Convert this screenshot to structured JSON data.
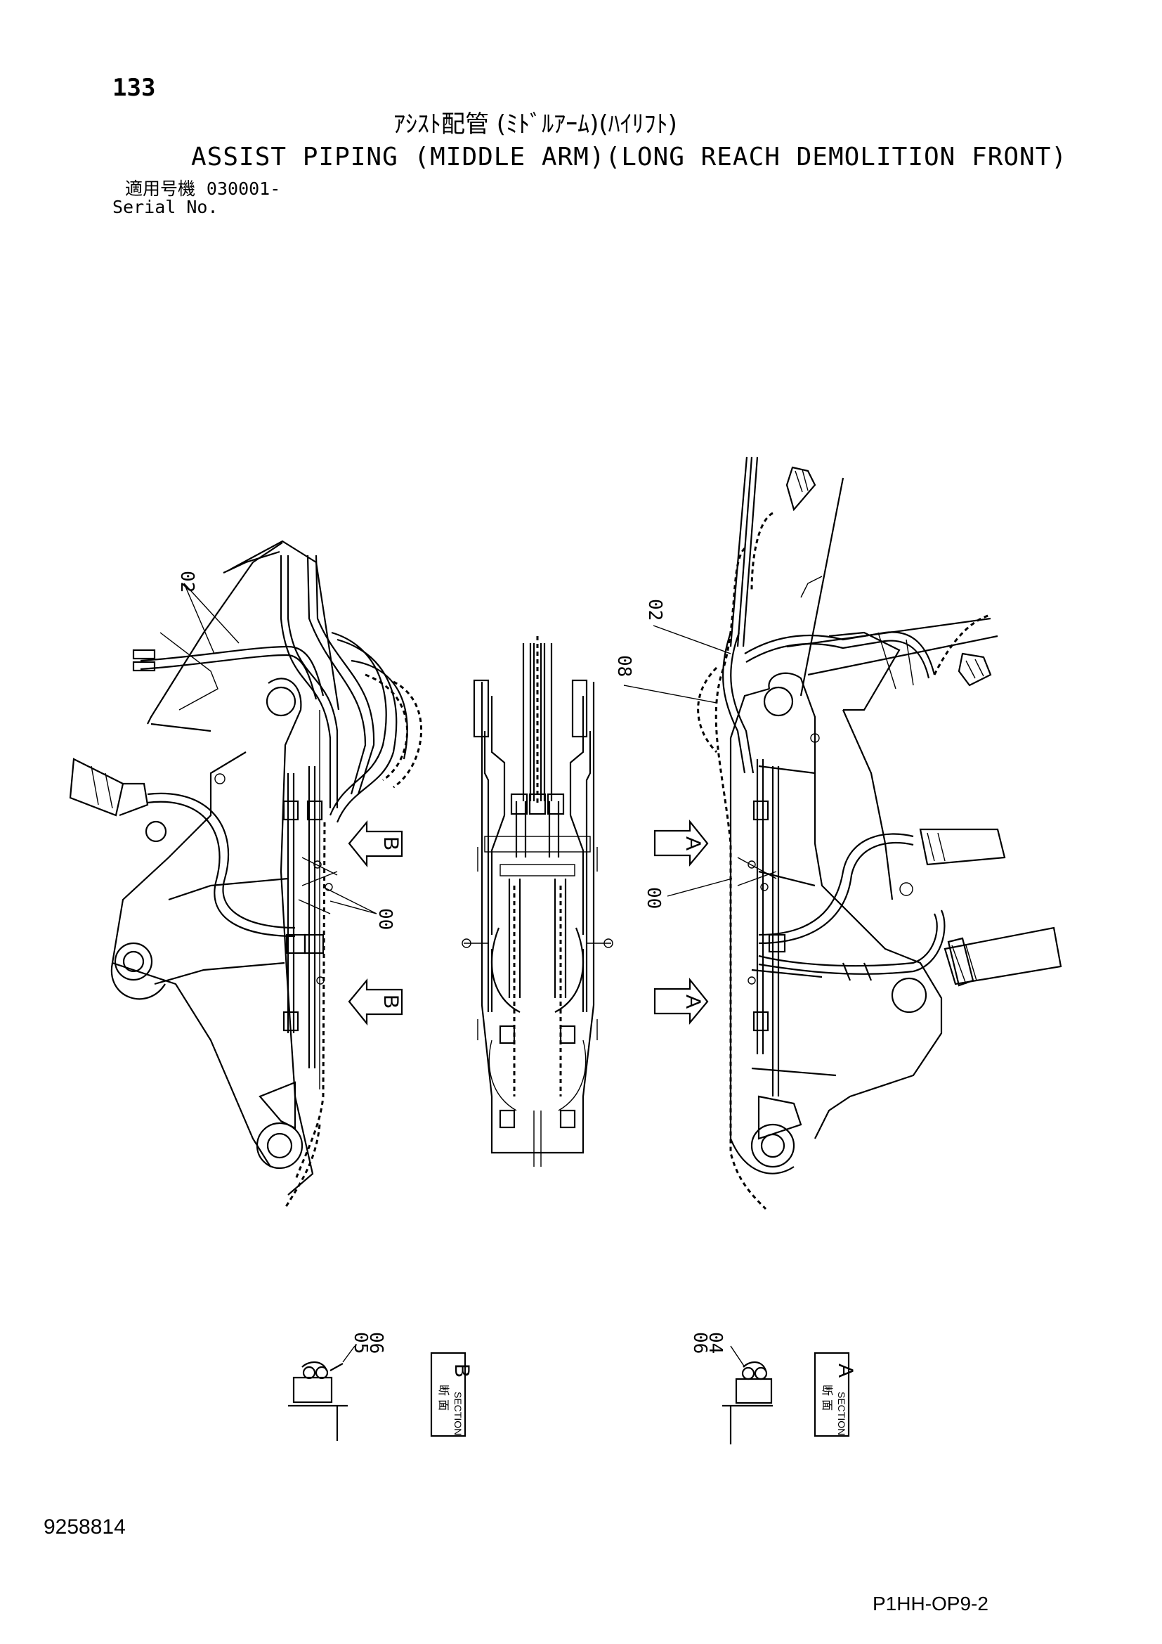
{
  "page_number": "133",
  "title_jp": "ｱｼｽﾄ配管 (ﾐﾄﾞﾙｱｰﾑ)(ﾊｲﾘﾌﾄ)",
  "title_en": "ASSIST PIPING (MIDDLE ARM)(LONG REACH DEMOLITION FRONT)",
  "serial": {
    "label_jp": "適用号機",
    "value": "030001-",
    "label_en": "Serial No."
  },
  "callouts": {
    "left_02": "02",
    "left_00": "00",
    "right_02": "02",
    "right_08": "08",
    "right_00": "00",
    "section_b_parts_1": "05",
    "section_b_parts_2": "06",
    "section_a_parts_1": "06",
    "section_a_parts_2": "04"
  },
  "view_arrows": [
    "B",
    "B",
    "A",
    "A"
  ],
  "sections": [
    {
      "letter": "B",
      "label_jp": "断 面",
      "label_en": "SECTION"
    },
    {
      "letter": "A",
      "label_jp": "断 面",
      "label_en": "SECTION"
    }
  ],
  "doc_number": "9258814",
  "sheet_code": "P1HH-OP9-2"
}
